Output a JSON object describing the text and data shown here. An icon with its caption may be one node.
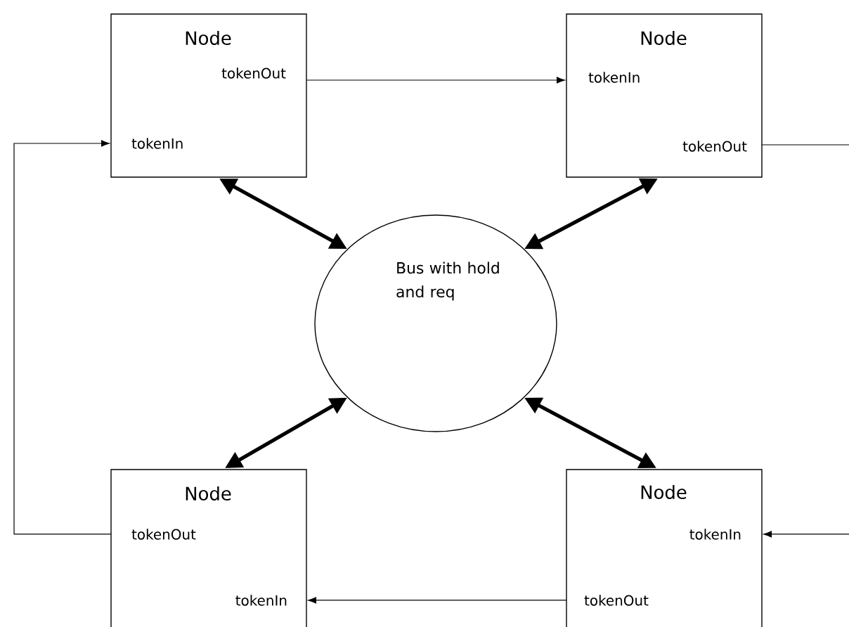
{
  "diagram": {
    "nodes": [
      {
        "text": [
          "Node",
          "tokenOut",
          "tokenIn"
        ]
      },
      {
        "text": [
          "Node",
          "tokenIn",
          "tokenOut"
        ]
      },
      {
        "text": [
          "Bus with hold and req"
        ]
      },
      {
        "text": [
          "Node",
          "tokenOut",
          "tokenIn"
        ]
      },
      {
        "text": [
          "Node",
          "tokenIn",
          "tokenOut"
        ]
      }
    ],
    "edges": [
      {
        "from": 0,
        "to": 1,
        "arrow": "to"
      },
      {
        "from": 1,
        "to": null,
        "arrow": "none"
      },
      {
        "from": null,
        "to": 4,
        "arrow": "to"
      },
      {
        "from": 4,
        "to": 3,
        "arrow": "to"
      },
      {
        "from": 3,
        "to": 0,
        "arrow": "to"
      },
      {
        "from": 0,
        "to": 2,
        "arrow": "both",
        "style": "thick"
      },
      {
        "from": 1,
        "to": 2,
        "arrow": "both",
        "style": "thick"
      },
      {
        "from": 3,
        "to": 2,
        "arrow": "both",
        "style": "thick"
      },
      {
        "from": 4,
        "to": 2,
        "arrow": "both",
        "style": "thick"
      }
    ]
  }
}
